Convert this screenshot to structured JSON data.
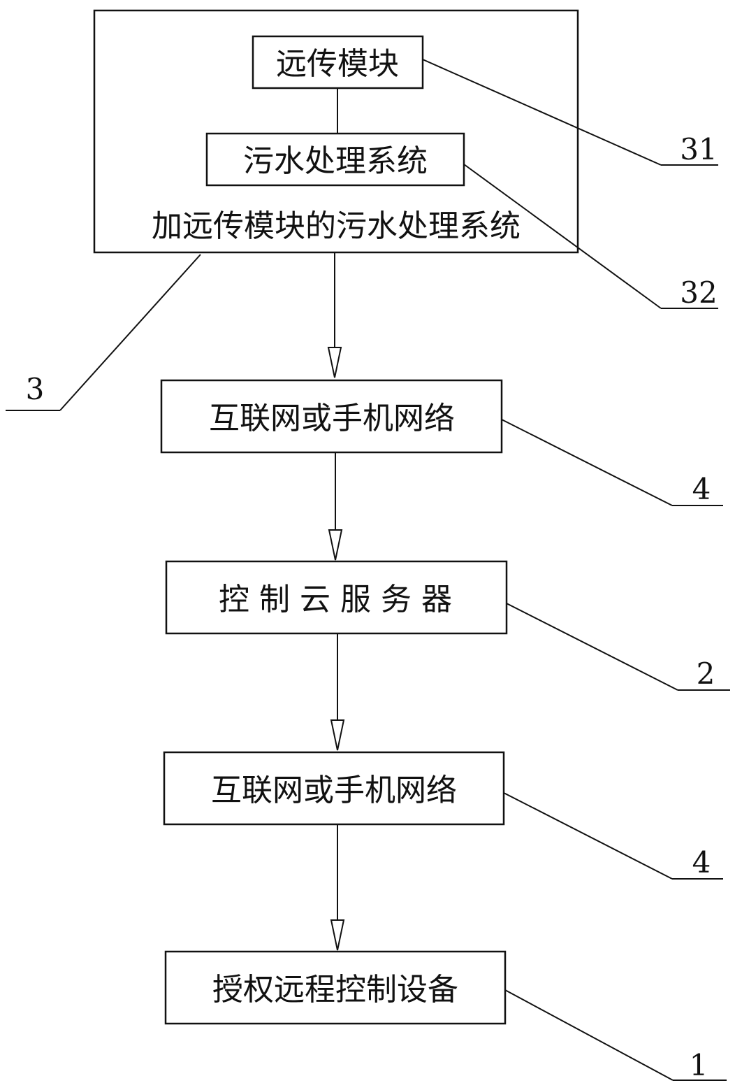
{
  "outer_box": {
    "caption": "加远传模块的污水处理系统",
    "ref": "3"
  },
  "module_box": {
    "label": "远传模块",
    "ref": "31"
  },
  "sewage_box": {
    "label": "污水处理系统",
    "ref": "32"
  },
  "network_box_1": {
    "label": "互联网或手机网络",
    "ref": "4"
  },
  "server_box": {
    "label": "控 制 云 服 务 器",
    "ref": "2"
  },
  "network_box_2": {
    "label": "互联网或手机网络",
    "ref": "4"
  },
  "device_box": {
    "label": "授权远程控制设备",
    "ref": "1"
  }
}
